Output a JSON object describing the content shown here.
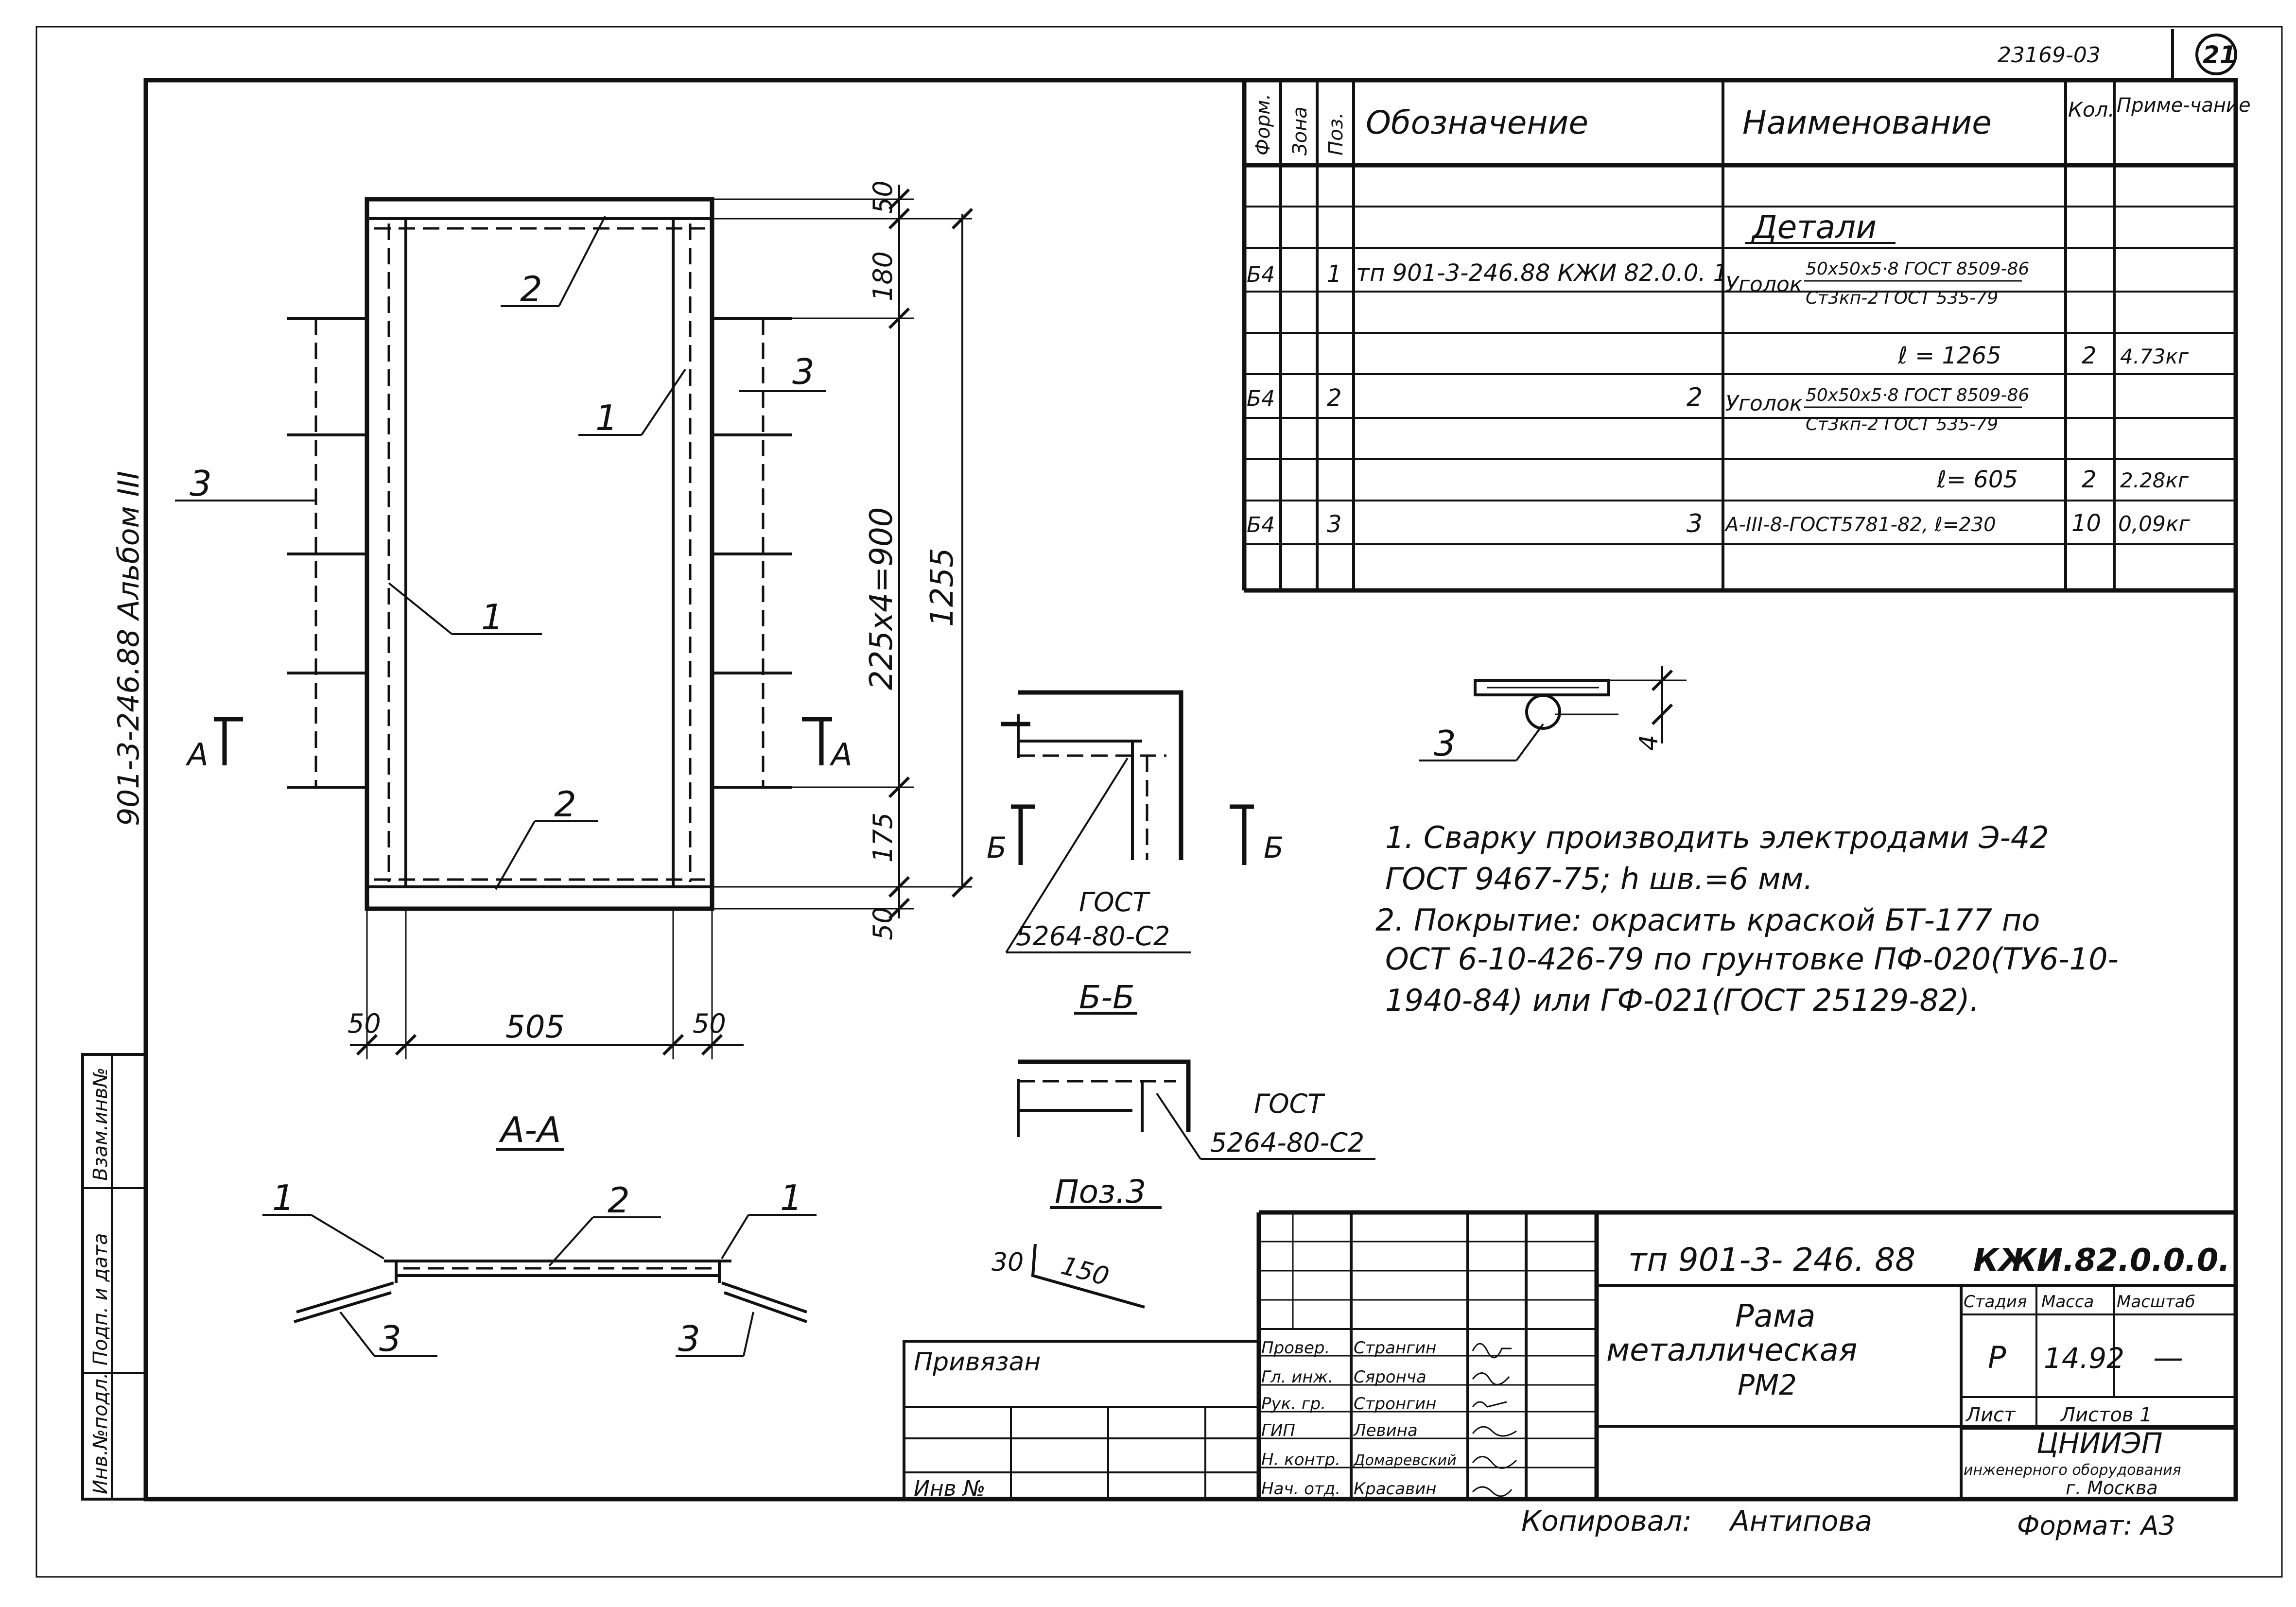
{
  "header": {
    "doc_code": "23169-03",
    "sheet_no": "21"
  },
  "side": {
    "album": "901-3-246.88  Альбом III"
  },
  "spec": {
    "headers": {
      "format": "Форм.",
      "zone": "Зона",
      "pos": "Поз.",
      "designation": "Обозначение",
      "name": "Наименование",
      "qty": "Кол.",
      "note": "Приме-чание"
    },
    "section": "Детали",
    "rows": [
      {
        "format": "Б4",
        "pos": "1",
        "designation": "тп 901-3-246.88 КЖИ 82.0.0. 1",
        "name_a": "Уголок",
        "name_b": "50x50x5·8 ГОСТ 8509-86",
        "name_c": "Ст3кп-2 ГОСТ 535-79"
      },
      {
        "name": "ℓ = 1265",
        "qty": "2",
        "note": "4.73кг"
      },
      {
        "format": "Б4",
        "pos": "2",
        "designation": "2",
        "name_a": "Уголок",
        "name_b": "50x50x5·8 ГОСТ 8509-86",
        "name_c": "Ст3кп-2 ГОСТ 535-79"
      },
      {
        "name": "ℓ= 605",
        "qty": "2",
        "note": "2.28кг"
      },
      {
        "format": "Б4",
        "pos": "3",
        "designation": "3",
        "name": "А-III-8-ГОСТ5781-82, ℓ=230",
        "qty": "10",
        "note": "0,09кг"
      }
    ]
  },
  "frame": {
    "leaders": {
      "p2_top": "2",
      "p1_right": "1",
      "p3_right": "3",
      "p3_left": "3",
      "p1_center": "1",
      "p2_bottom": "2"
    },
    "dims": {
      "d50_top": "50",
      "d180": "180",
      "d225": "225x4=900",
      "d1255": "1255",
      "d175": "175",
      "d50_bot": "50",
      "d50_left": "50",
      "d505": "505",
      "d50_right": "50"
    },
    "cut_left": "А",
    "cut_right": "А"
  },
  "section_aa": {
    "title": "А-А",
    "l1a": "1",
    "l2": "2",
    "l1b": "1",
    "l3a": "3",
    "l3b": "3"
  },
  "section_bb": {
    "title": "Б-Б",
    "cut_l": "Б",
    "cut_r": "Б",
    "gost": "ГОСТ",
    "gost2": "5264-80-С2"
  },
  "pos3": {
    "title": "Поз.3",
    "len_a": "30",
    "len_b": "150"
  },
  "lower_detail": {
    "gost": "ГОСТ",
    "gost2": "5264-80-С2"
  },
  "weld_detail": {
    "label": "3",
    "size": "4"
  },
  "notes": [
    "1. Сварку производить электродами Э-42",
    "ГОСТ 9467-75;  h шв.=6 мм.",
    "2. Покрытие: окрасить краской БТ-177 по",
    "ОСТ 6-10-426-79 по грунтовке ПФ-020(ТУ6-10-",
    "1940-84) или ГФ-021(ГОСТ 25129-82)."
  ],
  "left_strip": {
    "a": "Инв.№подл.",
    "b": "Подп. и дата",
    "c": "Взам.инв№"
  },
  "title_block": {
    "privyazan": "Привязан",
    "inv": "Инв №",
    "roles": [
      "Провер.",
      "Гл. инж.",
      "Рук. гр.",
      "ГИП",
      "Н. контр.",
      "Нач. отд."
    ],
    "names": [
      "Странгин",
      "Сяронча",
      "Стронгин",
      "Левина",
      "Домаревский",
      "Красавин"
    ],
    "project": "тп 901-3- 246. 88",
    "code": "КЖИ.82.0.0.0.",
    "title1": "Рама",
    "title2": "металлическая",
    "title3": "РМ2",
    "stage_h": "Стадия",
    "mass_h": "Масса",
    "scale_h": "Масштаб",
    "stage": "Р",
    "mass": "14.92",
    "scale": "—",
    "sheet_h": "Лист",
    "sheets_h": "Листов 1",
    "org1": "ЦНИИЭП",
    "org2": "инженерного оборудования",
    "org3": "г. Москва"
  },
  "footer": {
    "copied": "Копировал:",
    "copier": "Антипова",
    "format": "Формат: А3"
  }
}
